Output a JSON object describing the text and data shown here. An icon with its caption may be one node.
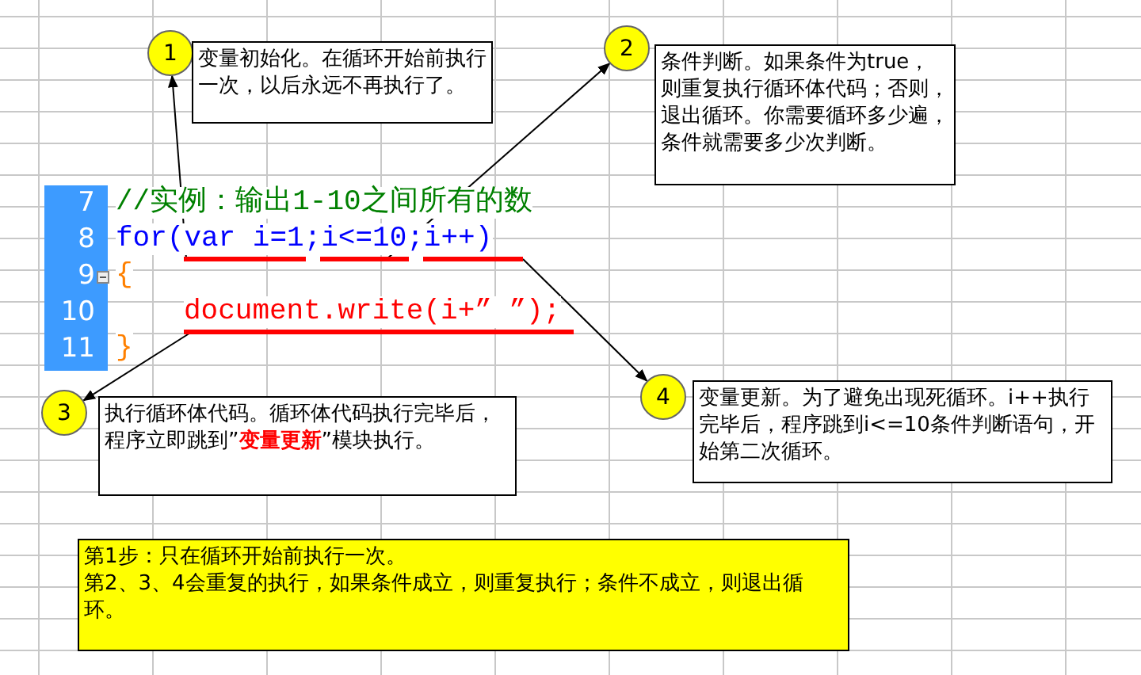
{
  "diagram": {
    "nodes": [
      {
        "text": [
          "1"
        ]
      },
      {
        "text": [
          "变量初始化。在循环开始前执行一次，以后永远不再执行了。"
        ]
      },
      {
        "text": [
          "2"
        ]
      },
      {
        "text": [
          "条件判断。如果条件为true，则重复执行循环体代码；否则，退出循环。你需要循环多少遍，条件就需要多少次判断。"
        ]
      },
      {
        "text": [],
        "shape": "bar"
      },
      {
        "text": [],
        "shape": "bar"
      },
      {
        "text": [],
        "shape": "bar"
      },
      {
        "text": [],
        "shape": "bar"
      },
      {
        "text": [
          "3"
        ]
      },
      {
        "text": [
          "执行循环体代码。循环体代码执行完毕后，程序立即跳到”**变量更新**”模块执行。"
        ]
      },
      {
        "text": [
          "4"
        ]
      },
      {
        "text": [
          "变量更新。为了避免出现死循环。i++执行完毕后，程序跳到i<=10条件判断语句，开始第二次循环。"
        ]
      },
      {
        "text": [
          "第1步：只在循环开始前执行一次。",
          "第2、3、4会重复的执行，如果条件成立，则重复执行；条件不成立，则退出循环。"
        ]
      }
    ],
    "edges": [
      {
        "from": 4,
        "to": 0,
        "arrow": "to"
      },
      {
        "from": 5,
        "to": 2,
        "arrow": "to"
      },
      {
        "from": 6,
        "to": 10,
        "arrow": "to"
      },
      {
        "from": 7,
        "to": 8,
        "arrow": "to"
      }
    ],
    "labels": [
      "7",
      "//实例：输出1-10之间所有的数",
      "8",
      "for(var i=1;i<=10;i++)",
      "9",
      "{",
      "10",
      "document.write(i+” ”);",
      "11",
      "}"
    ]
  }
}
